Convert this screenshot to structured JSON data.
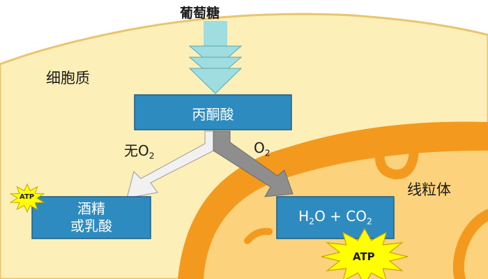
{
  "labels": {
    "glucose": "葡萄糖",
    "cytoplasm": "细胞质",
    "pyruvate": "丙酮酸",
    "no_oxygen_prefix": "无O",
    "no_oxygen_sub": "2",
    "oxygen_main": "O",
    "oxygen_sub": "2",
    "mitochondria": "线粒体",
    "alcohol_line1": "酒精",
    "alcohol_line2": "或乳酸",
    "product_water": "H",
    "product_water_sub": "2",
    "product_mid": "O + CO",
    "product_co2_sub": "2",
    "atp_small": "ATP",
    "atp_large": "ATP"
  },
  "colors": {
    "cell": "#fdefb8",
    "cell_edge": "#e8c56e",
    "mito_outer": "#f39a1e",
    "mito_inner": "#fdd27c",
    "box": "#2e8bbf",
    "box_edge": "#1d5f86",
    "glucose_arrow": "#9fdde0",
    "arrow_light": "#f1f1f1",
    "arrow_dark": "#8e8e8e",
    "atp_fill": "#ffff00"
  }
}
